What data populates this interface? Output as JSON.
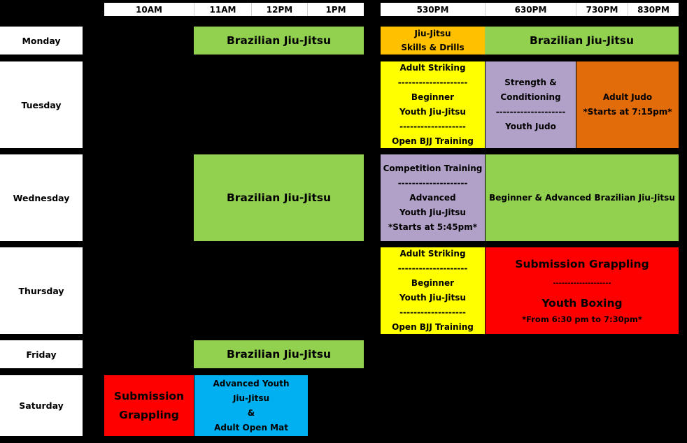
{
  "header": {
    "morning": [
      "10AM",
      "11AM",
      "12PM",
      "1PM"
    ],
    "evening": [
      "530PM",
      "630PM",
      "730PM",
      "830PM"
    ]
  },
  "days": [
    "Monday",
    "Tuesday",
    "Wednesday",
    "Thursday",
    "Friday",
    "Saturday"
  ],
  "colors": {
    "green": "#92d050",
    "orange": "#ffc000",
    "yellow": "#ffff00",
    "purple": "#b1a0c7",
    "dark_orange": "#e26b0a",
    "red": "#ff0000",
    "blue": "#00b0f0",
    "background": "#000000"
  },
  "monday": {
    "morning": "Brazilian Jiu-Jitsu",
    "e530": [
      "Jiu-Jitsu",
      "Skills & Drills"
    ],
    "e630": "Brazilian Jiu-Jitsu"
  },
  "tuesday": {
    "e530": [
      "Adult Striking",
      "--------------------",
      "Beginner",
      "Youth Jiu-Jitsu",
      "-------------------",
      "Open BJJ Training"
    ],
    "e630": [
      "Strength &",
      "Conditioning",
      "--------------------",
      "Youth Judo"
    ],
    "e730": [
      "Adult Judo",
      "*Starts at 7:15pm*"
    ]
  },
  "wednesday": {
    "morning": "Brazilian Jiu-Jitsu",
    "e530": [
      "Competition Training",
      "--------------------",
      "Advanced",
      "Youth Jiu-Jitsu",
      "*Starts at 5:45pm*"
    ],
    "e630": "Beginner & Advanced Brazilian Jiu-Jitsu"
  },
  "thursday": {
    "e530": [
      "Adult Striking",
      "--------------------",
      "Beginner",
      "Youth Jiu-Jitsu",
      "-------------------",
      "Open BJJ Training"
    ],
    "e630": [
      "Submission Grappling",
      "--------------------",
      "Youth Boxing",
      "*From 6:30 pm to 7:30pm*"
    ]
  },
  "friday": {
    "morning": "Brazilian Jiu-Jitsu"
  },
  "saturday": {
    "m10": [
      "Submission",
      "Grappling"
    ],
    "m11": [
      "Advanced Youth",
      "Jiu-Jitsu",
      "&",
      "Adult Open Mat"
    ]
  }
}
